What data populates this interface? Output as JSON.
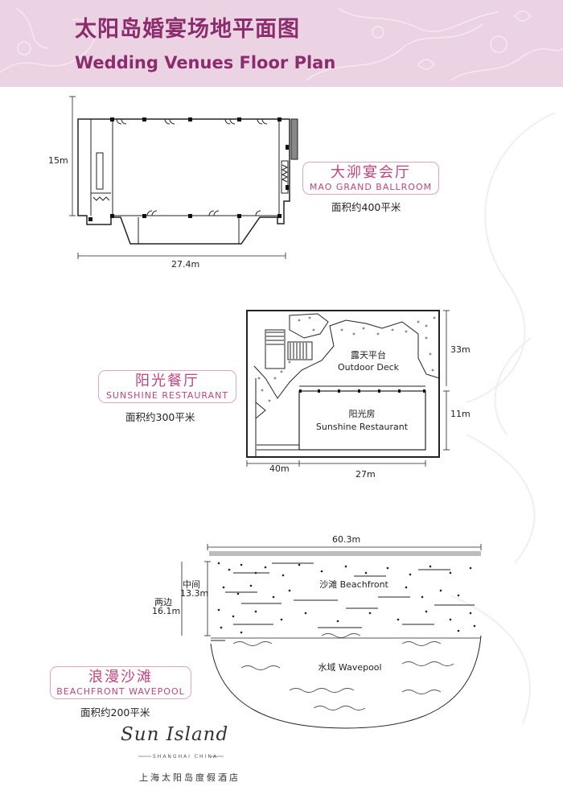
{
  "header": {
    "title_cn": "太阳岛婚宴场地平面图",
    "title_en": "Wedding Venues Floor Plan",
    "bg_color": "#ecd3e4",
    "title_color": "#8b2c6c"
  },
  "venues": {
    "ballroom": {
      "name_cn": "大泖宴会厅",
      "name_en": "MAO GRAND BALLROOM",
      "area": "面积约400平米",
      "height_dim": "15m",
      "width_dim": "27.4m"
    },
    "restaurant": {
      "name_cn": "阳光餐厅",
      "name_en": "SUNSHINE RESTAURANT",
      "area": "面积约300平米",
      "deck_cn": "露天平台",
      "deck_en": "Outdoor Deck",
      "room_cn": "阳光房",
      "room_en": "Sunshine Restaurant",
      "dim_right_top": "33m",
      "dim_right_bottom": "11m",
      "dim_bottom_left": "40m",
      "dim_bottom_right": "27m"
    },
    "beach": {
      "name_cn": "浪漫沙滩",
      "name_en": "BEACHFRONT WAVEPOOL",
      "area": "面积约200平米",
      "width_dim": "60.3m",
      "middle_label": "中间",
      "middle_dim": "13.3m",
      "side_label": "两边",
      "side_dim": "16.1m",
      "sand_label": "沙滩 Beachfront",
      "water_label": "水域  Wavepool"
    }
  },
  "logo": {
    "name": "Sun Island",
    "sub": "SHANGHAI CHINA",
    "cn": "上海太阳岛度假酒店"
  },
  "accent_color": "#c0447f"
}
